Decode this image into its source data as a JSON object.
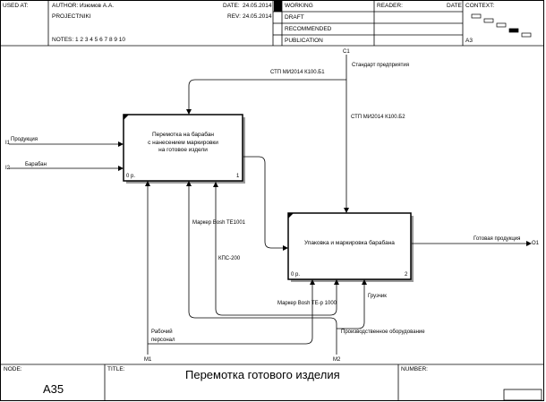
{
  "header": {
    "used_at_label": "USED AT:",
    "author_label": "AUTHOR:",
    "author_value": "Изюмов А.А.",
    "project_label": "PROJECT:",
    "project_value": "NIKI",
    "date_label": "DATE:",
    "date_value": "24.05.2014",
    "rev_label": "REV:",
    "rev_value": "24.05.2014",
    "notes_label": "NOTES:",
    "notes_numbers": "1  2  3  4  5  6  7  8  9  10",
    "status_working": "WORKING",
    "status_draft": "DRAFT",
    "status_recommended": "RECOMMENDED",
    "status_publication": "PUBLICATION",
    "reader_label": "READER:",
    "reader_date_label": "DATE",
    "context_label": "CONTEXT:",
    "context_node": "A3"
  },
  "diagram": {
    "boxes": [
      {
        "id": "box1",
        "text": [
          "Перемотка на барабан",
          "с нанесением маркировки",
          "на готовое издели"
        ],
        "cost": "0 р.",
        "number": "1"
      },
      {
        "id": "box2",
        "text": [
          "Упаковка и маркировка барабана"
        ],
        "cost": "0 р.",
        "number": "2"
      }
    ],
    "tunnel_labels": {
      "c1": "C1",
      "i1": "I1",
      "i2": "I2",
      "o1": "O1",
      "m1": "M1",
      "m2": "M2"
    },
    "arrow_labels": {
      "std_top": "СТП МИ2014 К100.Б1",
      "std_company": "Стандарт предприятия",
      "std_b2": "СТП МИ2014 К100.Б2",
      "product_in": "Продукция",
      "drum_in": "Барабан",
      "product_out": "Готовая продукция",
      "marker_bosh_te1001": "Маркер Bosh TE1001",
      "kps200": "КПС-200",
      "marker_bosh_te_r1000": "Маркер Bosh TE-р 1000",
      "loader": "Грузчик",
      "worker": "Рабочий персонал",
      "production_equipment": "Производственное оборудование"
    }
  },
  "footer": {
    "node_label": "NODE:",
    "node_value": "A35",
    "title_label": "TITLE:",
    "title_value": "Перемотка готового изделия",
    "number_label": "NUMBER:"
  }
}
